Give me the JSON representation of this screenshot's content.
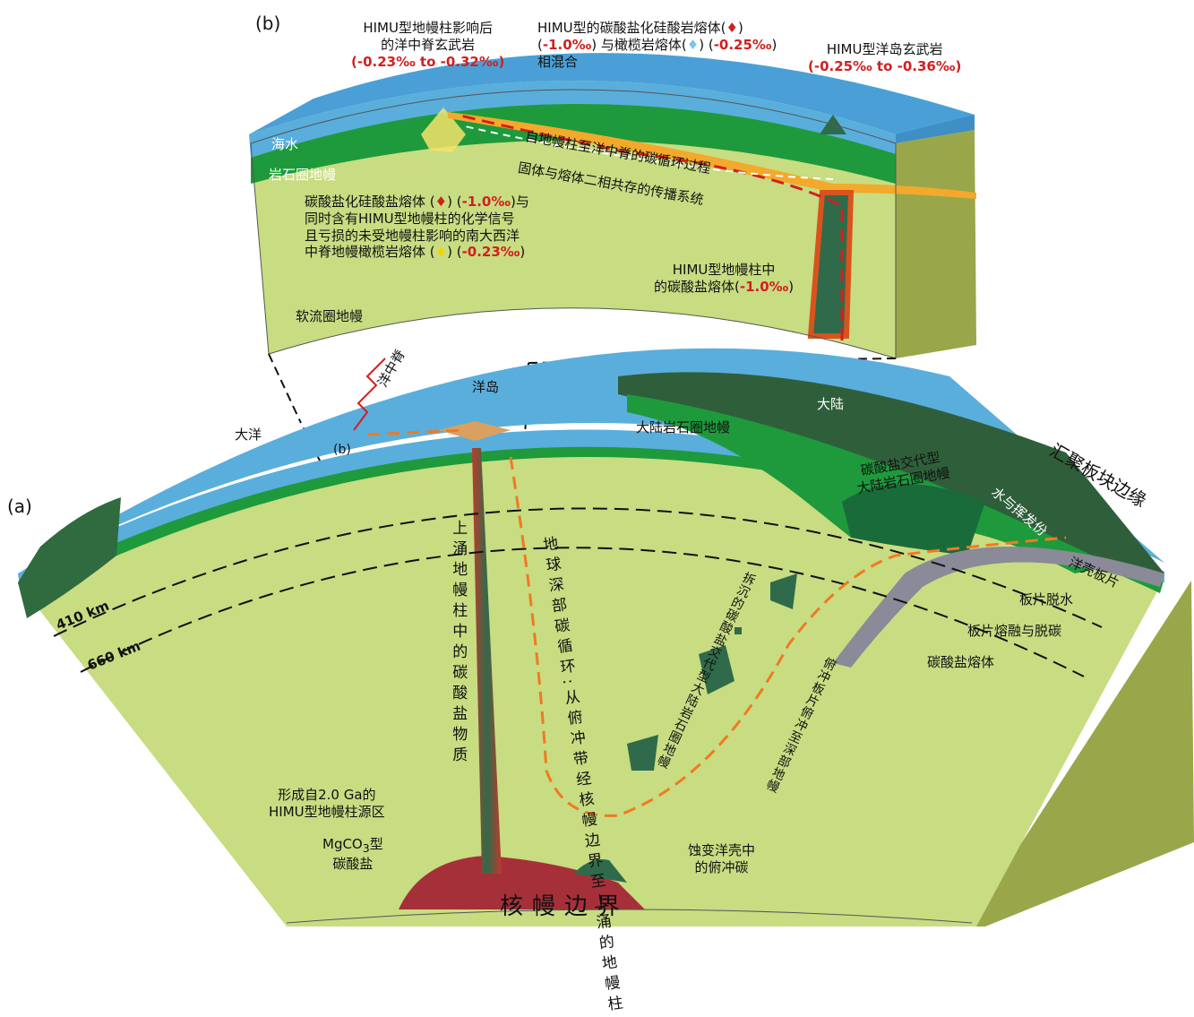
{
  "panels": {
    "a": "(a)",
    "b": "(b)",
    "b_inset": "(b)"
  },
  "top_labels": {
    "ridge_title_1": "HIMU型地幔柱影响后",
    "ridge_title_2": "的洋中脊玄武岩",
    "ridge_value": "(-0.23‰ to -0.32‰)",
    "mix_1_pre": "HIMU型的碳酸盐化硅酸岩熔体(",
    "mix_1_post": ")",
    "mix_2_a": "(",
    "mix_2_v1": "-1.0‰",
    "mix_2_b": ") 与橄榄岩熔体(",
    "mix_2_c": ") (",
    "mix_2_v2": "-0.25‰",
    "mix_2_d": ")",
    "mix_3": "相混合",
    "oib_title": "HIMU型洋岛玄武岩",
    "oib_value": "(-0.25‰ to -0.36‰)"
  },
  "b_panel": {
    "seawater": "海水",
    "lithosphere": "岩石圈地幔",
    "asthenosphere": "软流圈地幔",
    "cycle": "自地幔柱至洋中脊的碳循环过程",
    "propagation": "固体与熔体二相共存的传播系统",
    "note_1_a": "碳酸盐化硅酸盐熔体 (",
    "note_1_b": ") (",
    "note_1_v": "-1.0‰",
    "note_1_c": ")与",
    "note_2": "同时含有HIMU型地幔柱的化学信号",
    "note_3": "且亏损的未受地幔柱影响的南大西洋",
    "note_4_a": "中脊地幔橄榄岩熔体 (",
    "note_4_b": ") (",
    "note_4_v": "-0.23‰",
    "note_4_c": ")",
    "plume_1": "HIMU型地幔柱中",
    "plume_2_a": "的碳酸盐熔体(",
    "plume_2_v": "-1.0‰",
    "plume_2_b": ")"
  },
  "a_panel": {
    "ocean": "大洋",
    "ridge": "洋中脊",
    "island": "洋岛",
    "continent": "大陆",
    "cont_litho": "大陆岩石圈地幔",
    "cont_litho_left": "大陆岩石圈地幔",
    "d410": "410 km",
    "d660": "660 km",
    "margin": "汇聚板块边缘",
    "metaso_1": "碳酸盐交代型",
    "metaso_2": "大陆岩石圈地幔",
    "water": "水与挥发份",
    "slab": "洋壳板片",
    "dehydration": "板片脱水",
    "melting": "板片熔融与脱碳",
    "carb_melt": "碳酸盐熔体",
    "plume_carb": "上涌地幔柱中的碳酸盐物质",
    "deep_cycle": "地球深部碳循环:从俯冲带经核幔边界至上涌的地幔柱",
    "sunken": "拆沉的碳酸盐交代型大陆岩石圈地幔",
    "subducted": "俯冲板片俯冲至深部地幔",
    "altered_1": "蚀变洋壳中",
    "altered_2": "的俯冲碳",
    "source_1": "形成自2.0 Ga的",
    "source_2": "HIMU型地幔柱源区",
    "mgco3_pre": "MgCO",
    "mgco3_sub": "3",
    "mgco3_post": "型",
    "mgco3_2": "碳酸盐",
    "cmb": "核幔边界"
  },
  "colors": {
    "ocean": "#5aaedc",
    "lithosphere": "#1e9a3c",
    "mantle": "#c8dc82",
    "continent": "#2f5f3a",
    "plume": "#d9531e",
    "carbon_path": "#f07a22",
    "melt_red": "#d21f1f",
    "core_source": "#a6303a"
  }
}
